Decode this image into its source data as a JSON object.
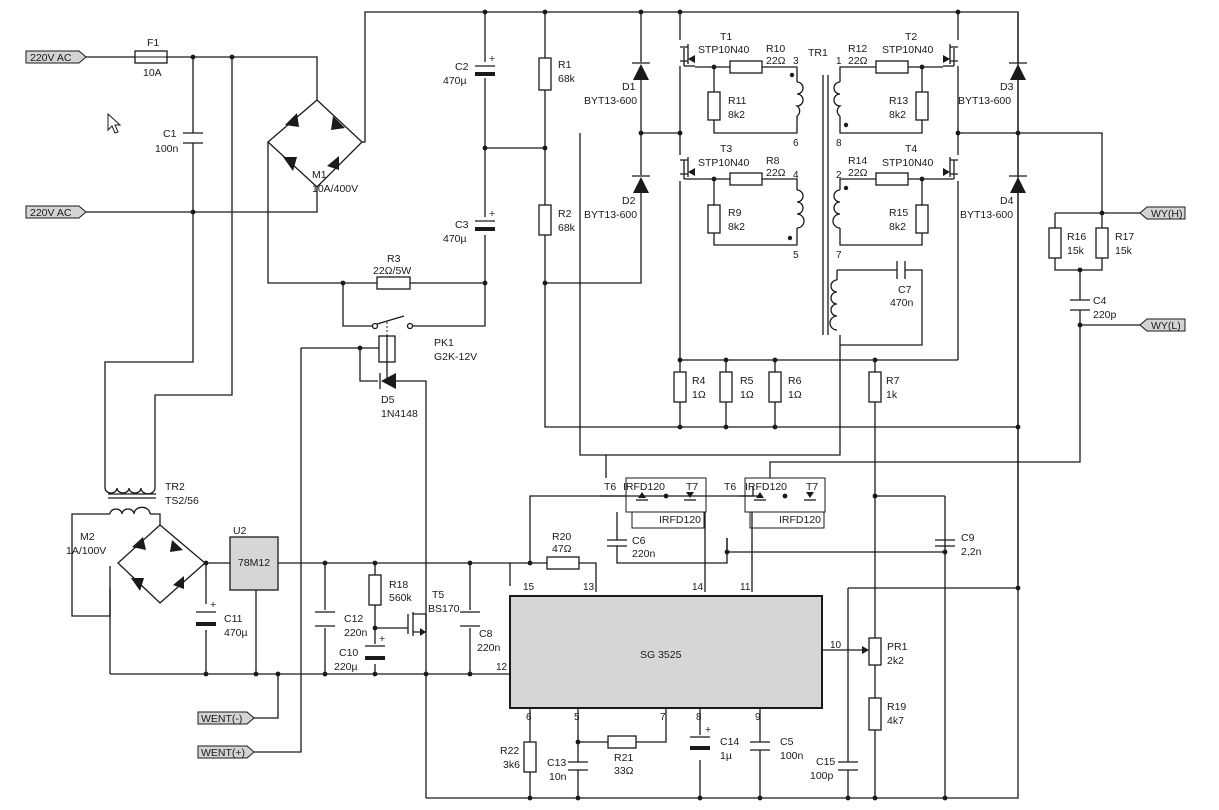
{
  "connectors": {
    "ac_in_1": "220V AC",
    "ac_in_2": "220V AC",
    "wy_h": "WY(H)",
    "wy_l": "WY(L)",
    "went_minus": "WENT(-)",
    "went_plus": "WENT(+)"
  },
  "components": {
    "f1": {
      "ref": "F1",
      "value": "10A"
    },
    "c1": {
      "ref": "C1",
      "value": "100n"
    },
    "m1": {
      "ref": "M1",
      "value": "10A/400V"
    },
    "c2": {
      "ref": "C2",
      "value": "470µ"
    },
    "c3": {
      "ref": "C3",
      "value": "470µ"
    },
    "r1": {
      "ref": "R1",
      "value": "68k"
    },
    "r2": {
      "ref": "R2",
      "value": "68k"
    },
    "r3": {
      "ref": "R3",
      "value": "22Ω/5W"
    },
    "pk1": {
      "ref": "PK1",
      "value": "G2K-12V"
    },
    "d5": {
      "ref": "D5",
      "value": "1N4148"
    },
    "d1": {
      "ref": "D1",
      "value": "BYT13-600"
    },
    "d2": {
      "ref": "D2",
      "value": "BYT13-600"
    },
    "d3": {
      "ref": "D3",
      "value": "BYT13-600"
    },
    "d4": {
      "ref": "D4",
      "value": "BYT13-600"
    },
    "t1": {
      "ref": "T1",
      "value": "STP10N40"
    },
    "t2": {
      "ref": "T2",
      "value": "STP10N40"
    },
    "t3": {
      "ref": "T3",
      "value": "STP10N40"
    },
    "t4": {
      "ref": "T4",
      "value": "STP10N40"
    },
    "r10": {
      "ref": "R10",
      "value": "22Ω"
    },
    "r12": {
      "ref": "R12",
      "value": "22Ω"
    },
    "r8": {
      "ref": "R8",
      "value": "22Ω"
    },
    "r14": {
      "ref": "R14",
      "value": "22Ω"
    },
    "r11": {
      "ref": "R11",
      "value": "8k2"
    },
    "r13": {
      "ref": "R13",
      "value": "8k2"
    },
    "r9": {
      "ref": "R9",
      "value": "8k2"
    },
    "r15": {
      "ref": "R15",
      "value": "8k2"
    },
    "tr1": {
      "ref": "TR1"
    },
    "c7": {
      "ref": "C7",
      "value": "470n"
    },
    "r16": {
      "ref": "R16",
      "value": "15k"
    },
    "r17": {
      "ref": "R17",
      "value": "15k"
    },
    "c4": {
      "ref": "C4",
      "value": "220p"
    },
    "r4": {
      "ref": "R4",
      "value": "1Ω"
    },
    "r5": {
      "ref": "R5",
      "value": "1Ω"
    },
    "r6": {
      "ref": "R6",
      "value": "1Ω"
    },
    "r7": {
      "ref": "R7",
      "value": "1k"
    },
    "tr2": {
      "ref": "TR2",
      "value": "TS2/56"
    },
    "m2": {
      "ref": "M2",
      "value": "1A/100V"
    },
    "u2": {
      "ref": "U2",
      "value": "78M12"
    },
    "c11": {
      "ref": "C11",
      "value": "470µ"
    },
    "c12": {
      "ref": "C12",
      "value": "220n"
    },
    "c10": {
      "ref": "C10",
      "value": "220µ"
    },
    "r18": {
      "ref": "R18",
      "value": "560k"
    },
    "t5": {
      "ref": "T5",
      "value": "BS170"
    },
    "c8": {
      "ref": "C8",
      "value": "220n"
    },
    "r20": {
      "ref": "R20",
      "value": "47Ω"
    },
    "c6": {
      "ref": "C6",
      "value": "220n"
    },
    "c9": {
      "ref": "C9",
      "value": "2,2n"
    },
    "t6a": {
      "ref": "T6",
      "value": "IRFD120"
    },
    "t7a": {
      "ref": "T7",
      "value": "IRFD120"
    },
    "t6b": {
      "ref": "T6",
      "value": "IRFD120"
    },
    "t7b": {
      "ref": "T7",
      "value": "IRFD120"
    },
    "sg": {
      "value": "SG 3525"
    },
    "pr1": {
      "ref": "PR1",
      "value": "2k2"
    },
    "r19": {
      "ref": "R19",
      "value": "4k7"
    },
    "r22": {
      "ref": "R22",
      "value": "3k6"
    },
    "c13": {
      "ref": "C13",
      "value": "10n"
    },
    "r21": {
      "ref": "R21",
      "value": "33Ω"
    },
    "c14": {
      "ref": "C14",
      "value": "1µ"
    },
    "c5": {
      "ref": "C5",
      "value": "100n"
    },
    "c15": {
      "ref": "C15",
      "value": "100p"
    }
  },
  "pins": {
    "sg_15": "15",
    "sg_13": "13",
    "sg_14": "14",
    "sg_11": "11",
    "sg_12": "12",
    "sg_10": "10",
    "sg_6": "6",
    "sg_5": "5",
    "sg_7": "7",
    "sg_8": "8",
    "sg_9": "9",
    "tr1_3": "3",
    "tr1_6": "6",
    "tr1_4": "4",
    "tr1_5": "5",
    "tr1_1": "1",
    "tr1_8": "8",
    "tr1_2": "2",
    "tr1_7": "7"
  },
  "icons": [
    "cursor-arrow-icon"
  ]
}
